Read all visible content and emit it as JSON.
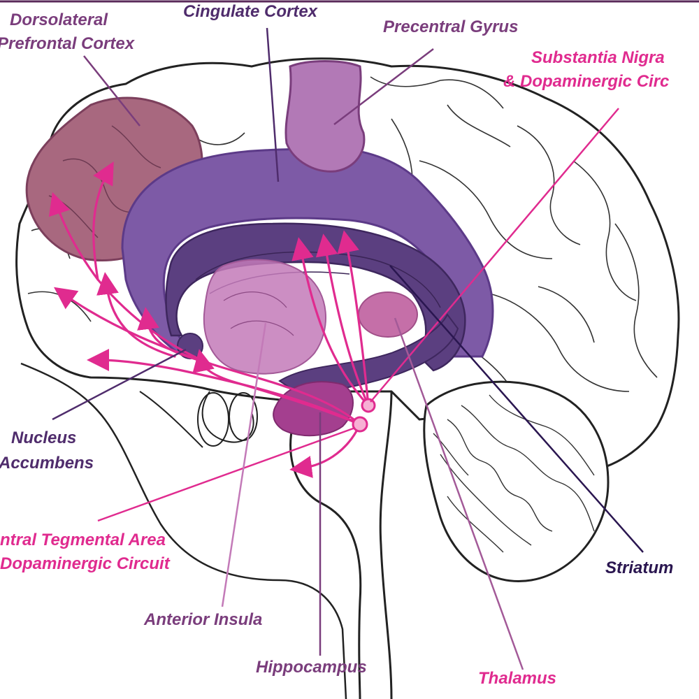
{
  "labels": {
    "dlpfc": [
      "Dorsolateral",
      "Prefrontal Cortex"
    ],
    "cingulate": "Cingulate Cortex",
    "precentral": "Precentral Gyrus",
    "substantia_nigra": [
      "Substantia Nigra",
      "& Dopaminergic Circ"
    ],
    "nucleus_accumbens": [
      "Nucleus",
      "Accumbens"
    ],
    "vta": [
      "ntral Tegmental Area",
      "Dopaminergic Circuit"
    ],
    "anterior_insula": "Anterior Insula",
    "hippocampus": "Hippocampus",
    "thalamus": "Thalamus",
    "striatum": "Striatum"
  },
  "colors": {
    "outline": "#222222",
    "dlpfc": "#a8687f",
    "cingulate": "#7d5aa6",
    "precentral": "#b279b6",
    "striatum": "#5b3f80",
    "insula": "#c37ab8",
    "thalamus": "#c56fa8",
    "hippocampus": "#a43f8f",
    "pathway": "#e02b8f",
    "leader_dark": "#4f2c6c",
    "leader_pink": "#e02b8f"
  }
}
